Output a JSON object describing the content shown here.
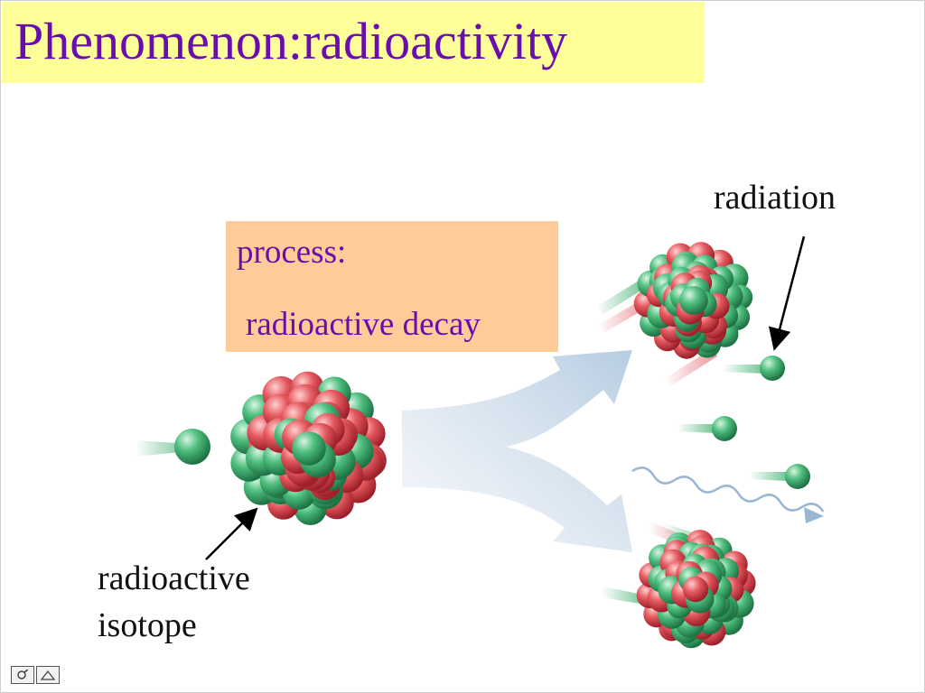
{
  "title": "Phenomenon:radioactivity",
  "process_box": {
    "line1": "process:",
    "line2": "radioactive decay"
  },
  "labels": {
    "radiation": "radiation",
    "isotope_line1": "radioactive",
    "isotope_line2": "isotope"
  },
  "colors": {
    "title_text": "#6a0dad",
    "title_bg": "#ffff99",
    "process_bg": "#ffcc99",
    "proton": "#e0505a",
    "neutron": "#3fae6e",
    "arrow": "#b8cfe4"
  },
  "icons": {
    "nav_menu": "pen-icon",
    "nav_shape": "triangle-icon"
  }
}
